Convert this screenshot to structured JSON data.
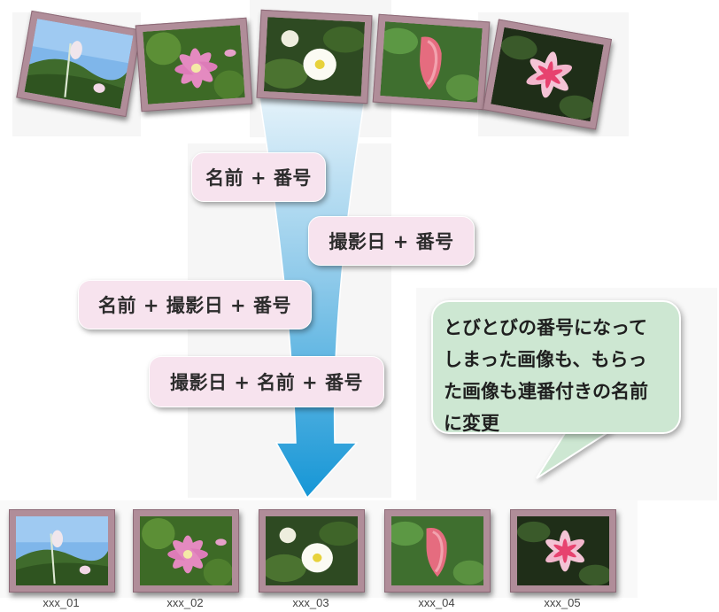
{
  "labels": {
    "name_number": "名前 + 番号",
    "date_number": "撮影日 + 番号",
    "name_date_number": "名前 + 撮影日 + 番号",
    "date_name_number": "撮影日 + 名前 + 番号"
  },
  "bubble": {
    "line1": "とびとびの番号になって",
    "line2": "しまった画像も、もらっ",
    "line3": "た画像も連番付きの名前",
    "line4": "に変更"
  },
  "captions": [
    "xxx_01",
    "xxx_02",
    "xxx_03",
    "xxx_04",
    "xxx_05"
  ],
  "photos": [
    {
      "subject": "white flower under blue sky"
    },
    {
      "subject": "pink clematis"
    },
    {
      "subject": "white camellia"
    },
    {
      "subject": "red shrimp plant"
    },
    {
      "subject": "pink lily"
    }
  ],
  "colors": {
    "arrow_top": "#d8ecf7",
    "arrow_bottom": "#1a9bd8",
    "label_bg": "#f7e3ee",
    "bubble_bg": "#cde7d2",
    "frame": "#b08d99"
  }
}
